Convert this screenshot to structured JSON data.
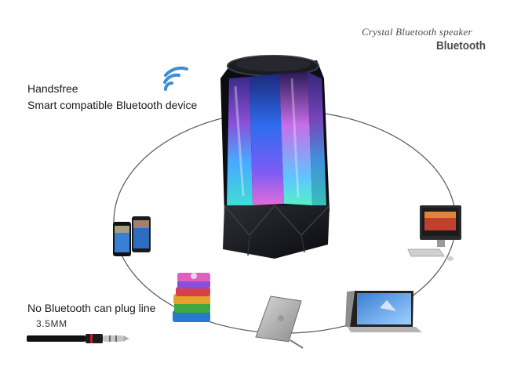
{
  "heading": {
    "product": "Crystal Bluetooth speaker",
    "bluetooth": "Bluetooth"
  },
  "features": {
    "handsfree": "Handsfree",
    "compatible": "Smart compatible Bluetooth device",
    "plug_line": "No Bluetooth can plug line",
    "jack_spec": "3.5MM"
  },
  "icons": [
    "wifi-signal-icon",
    "smartphones-icon",
    "mp3-players-icon",
    "tablet-icon",
    "laptop-icon",
    "desktop-computer-icon",
    "audio-cable-icon"
  ],
  "colors": {
    "wireless_blue": "#3a8fd8",
    "ring": "#555555"
  }
}
